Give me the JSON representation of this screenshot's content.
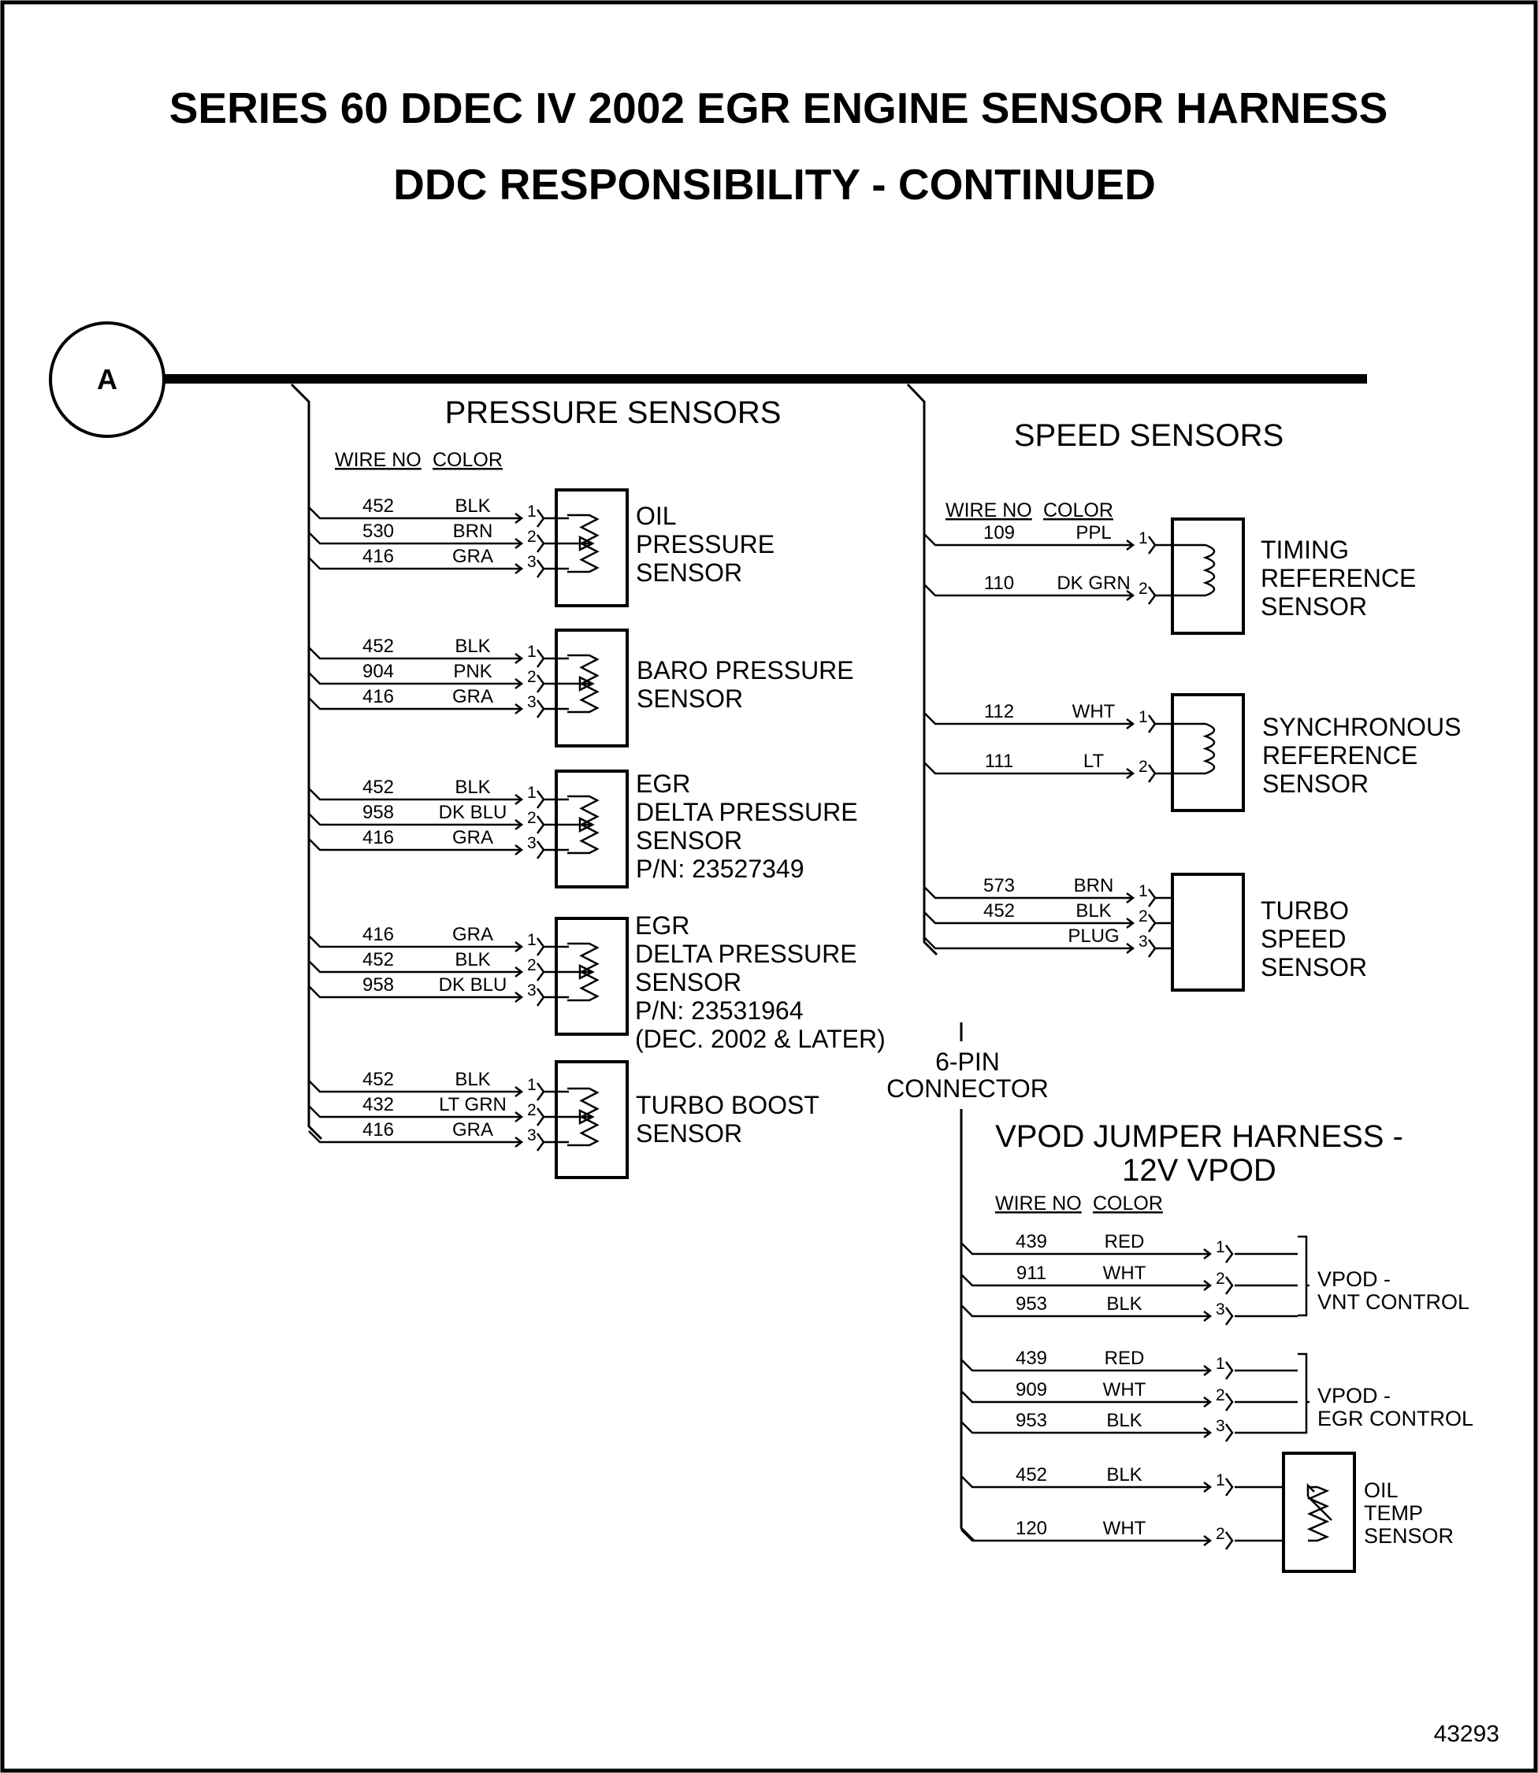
{
  "title": {
    "line1": "SERIES 60 DDEC IV 2002 EGR  ENGINE SENSOR HARNESS",
    "line2": "DDC RESPONSIBILITY - CONTINUED"
  },
  "connector_ref": "A",
  "column_headers": {
    "wire_no": "WIRE NO",
    "color": "COLOR"
  },
  "pressure_sensors": {
    "title": "PRESSURE SENSORS",
    "groups": [
      {
        "label": [
          "OIL",
          "PRESSURE",
          "SENSOR"
        ],
        "wires": [
          {
            "no": "452",
            "color": "BLK",
            "pin": "1"
          },
          {
            "no": "530",
            "color": "BRN",
            "pin": "2"
          },
          {
            "no": "416",
            "color": "GRA",
            "pin": "3"
          }
        ]
      },
      {
        "label": [
          "BARO PRESSURE",
          "SENSOR"
        ],
        "wires": [
          {
            "no": "452",
            "color": "BLK",
            "pin": "1"
          },
          {
            "no": "904",
            "color": "PNK",
            "pin": "2"
          },
          {
            "no": "416",
            "color": "GRA",
            "pin": "3"
          }
        ]
      },
      {
        "label": [
          "EGR",
          "DELTA PRESSURE",
          "SENSOR",
          "P/N: 23527349"
        ],
        "wires": [
          {
            "no": "452",
            "color": "BLK",
            "pin": "1"
          },
          {
            "no": "958",
            "color": "DK BLU",
            "pin": "2"
          },
          {
            "no": "416",
            "color": "GRA",
            "pin": "3"
          }
        ]
      },
      {
        "label": [
          "EGR",
          "DELTA PRESSURE",
          "SENSOR",
          "P/N: 23531964",
          "(DEC. 2002 & LATER)"
        ],
        "wires": [
          {
            "no": "416",
            "color": "GRA",
            "pin": "1"
          },
          {
            "no": "452",
            "color": "BLK",
            "pin": "2"
          },
          {
            "no": "958",
            "color": "DK BLU",
            "pin": "3"
          }
        ]
      },
      {
        "label": [
          "TURBO BOOST",
          "SENSOR"
        ],
        "wires": [
          {
            "no": "452",
            "color": "BLK",
            "pin": "1"
          },
          {
            "no": "432",
            "color": "LT GRN",
            "pin": "2"
          },
          {
            "no": "416",
            "color": "GRA",
            "pin": "3"
          }
        ]
      }
    ]
  },
  "speed_sensors": {
    "title": "SPEED SENSORS",
    "groups": [
      {
        "label": [
          "TIMING",
          "REFERENCE",
          "SENSOR"
        ],
        "wires": [
          {
            "no": "109",
            "color": "PPL",
            "pin": "1"
          },
          {
            "no": "110",
            "color": "DK GRN",
            "pin": "2"
          }
        ]
      },
      {
        "label": [
          "SYNCHRONOUS",
          "REFERENCE",
          "SENSOR"
        ],
        "wires": [
          {
            "no": "112",
            "color": "WHT",
            "pin": "1"
          },
          {
            "no": "111",
            "color": "LT",
            "pin": "2"
          }
        ]
      },
      {
        "label": [
          "TURBO",
          "SPEED",
          "SENSOR"
        ],
        "wires": [
          {
            "no": "573",
            "color": "BRN",
            "pin": "1"
          },
          {
            "no": "452",
            "color": "BLK",
            "pin": "2"
          },
          {
            "no": "",
            "color": "PLUG",
            "pin": "3"
          }
        ]
      }
    ]
  },
  "connector_6pin": [
    "6-PIN",
    "CONNECTOR"
  ],
  "vpod_harness": {
    "title": [
      "VPOD JUMPER HARNESS -",
      "12V VPOD"
    ],
    "groups": [
      {
        "label": [
          "VPOD -",
          "VNT CONTROL"
        ],
        "wires": [
          {
            "no": "439",
            "color": "RED",
            "pin": "1"
          },
          {
            "no": "911",
            "color": "WHT",
            "pin": "2"
          },
          {
            "no": "953",
            "color": "BLK",
            "pin": "3"
          }
        ]
      },
      {
        "label": [
          "VPOD -",
          "EGR CONTROL"
        ],
        "wires": [
          {
            "no": "439",
            "color": "RED",
            "pin": "1"
          },
          {
            "no": "909",
            "color": "WHT",
            "pin": "2"
          },
          {
            "no": "953",
            "color": "BLK",
            "pin": "3"
          }
        ]
      },
      {
        "label": [
          "OIL",
          "TEMP",
          "SENSOR"
        ],
        "wires": [
          {
            "no": "452",
            "color": "BLK",
            "pin": "1"
          },
          {
            "no": "120",
            "color": "WHT",
            "pin": "2"
          }
        ]
      }
    ]
  },
  "figure_number": "43293"
}
